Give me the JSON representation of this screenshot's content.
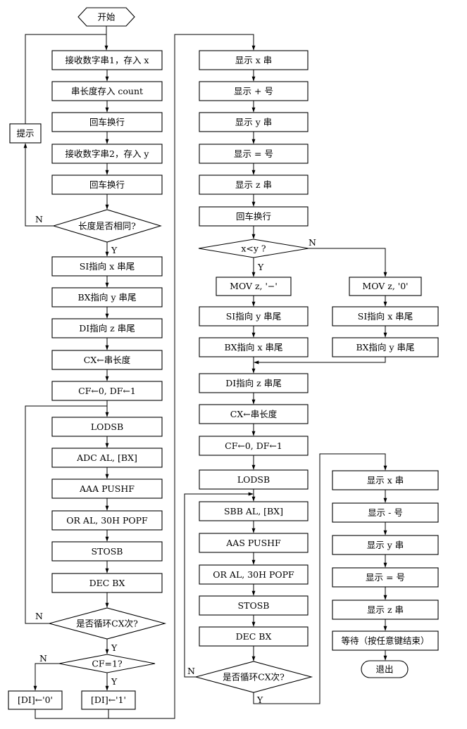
{
  "flowchart": {
    "start": "开始",
    "end": "退出",
    "col1": [
      "接收数字串1，存入 x",
      "串长度存入 count",
      "回车换行",
      "接收数字串2，存入 y",
      "回车换行"
    ],
    "hint": "提示",
    "decision_length": "长度是否相同?",
    "col1b": [
      "SI指向 x 串尾",
      "BX指向 y 串尾",
      "DI指向 z 串尾",
      "CX←串长度",
      "CF←0, DF←1"
    ],
    "loop1": [
      "LODSB",
      "ADC AL, [BX]",
      "AAA PUSHF",
      "OR AL, 30H POPF",
      "STOSB",
      "DEC BX"
    ],
    "decision_loop1": "是否循环CX次?",
    "decision_cf": "CF=1?",
    "di0": "[DI]←'0'",
    "di1": "[DI]←'1'",
    "col2": [
      "显示 x 串",
      "显示 + 号",
      "显示 y 串",
      "显示 = 号",
      "显示 z 串",
      "回车换行"
    ],
    "decision_xy": "x<y ?",
    "left_branch": [
      "MOV z, '−'",
      "SI指向 y 串尾",
      "BX指向 x 串尾"
    ],
    "right_branch": [
      "MOV z, '0'",
      "SI指向 x 串尾",
      "BX指向 y 串尾"
    ],
    "col2b": [
      "DI指向 z 串尾",
      "CX←串长度",
      "CF←0, DF←1"
    ],
    "loop2": [
      "LODSB",
      "SBB AL, [BX]",
      "AAS PUSHF",
      "OR AL, 30H POPF",
      "STOSB",
      "DEC BX"
    ],
    "decision_loop2": "是否循环CX次?",
    "col3": [
      "显示 x 串",
      "显示 - 号",
      "显示 y 串",
      "显示 = 号",
      "显示 z 串",
      "等待（按任意键结束）"
    ],
    "labels": {
      "yes": "Y",
      "no": "N"
    }
  }
}
